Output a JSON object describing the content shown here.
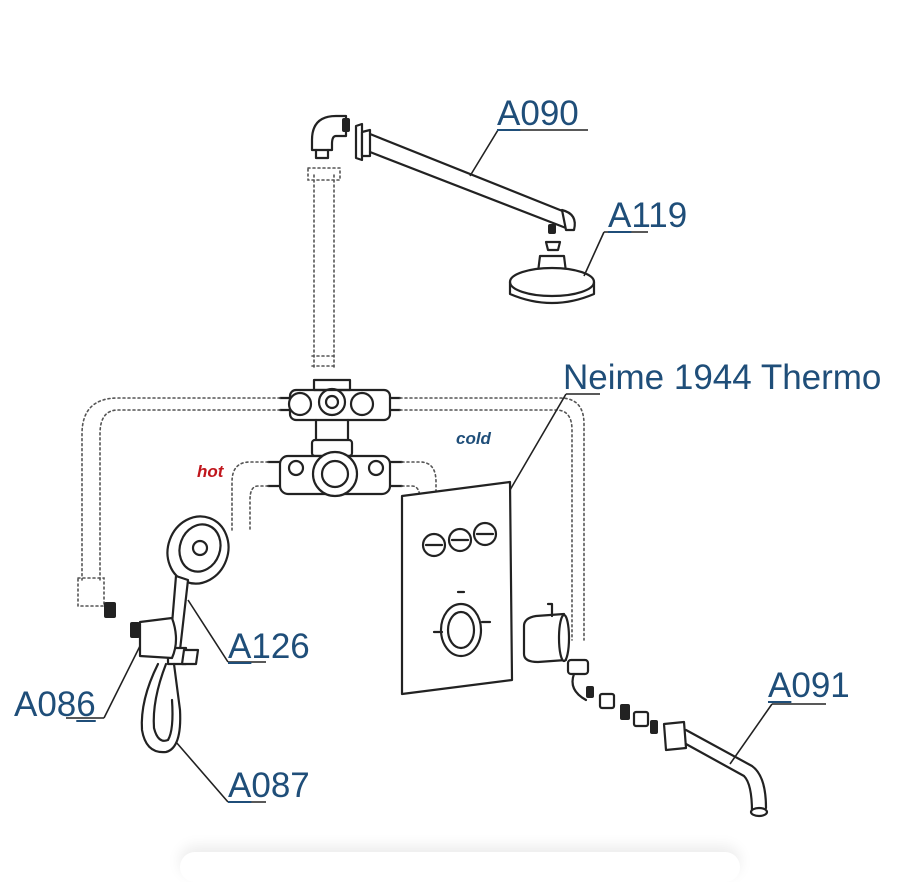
{
  "labels": {
    "shower_arm": {
      "prefix": "A",
      "rest": "090"
    },
    "shower_head": {
      "prefix": "A",
      "rest": "119"
    },
    "control_panel": {
      "text": "Neime 1944 Thermo"
    },
    "hand_shower": {
      "prefix": "A",
      "rest": "126"
    },
    "wall_outlet": {
      "prefix": "A08",
      "rest": "6"
    },
    "hose": {
      "prefix": "A",
      "rest": "087"
    },
    "spout": {
      "prefix": "A",
      "rest": "091"
    }
  },
  "annotations": {
    "hot": "hot",
    "cold": "cold"
  },
  "colors": {
    "label": "#1f4e79",
    "hot": "#c0161c",
    "cold": "#1f4e79",
    "line": "#222222",
    "dotted": "#555555"
  }
}
